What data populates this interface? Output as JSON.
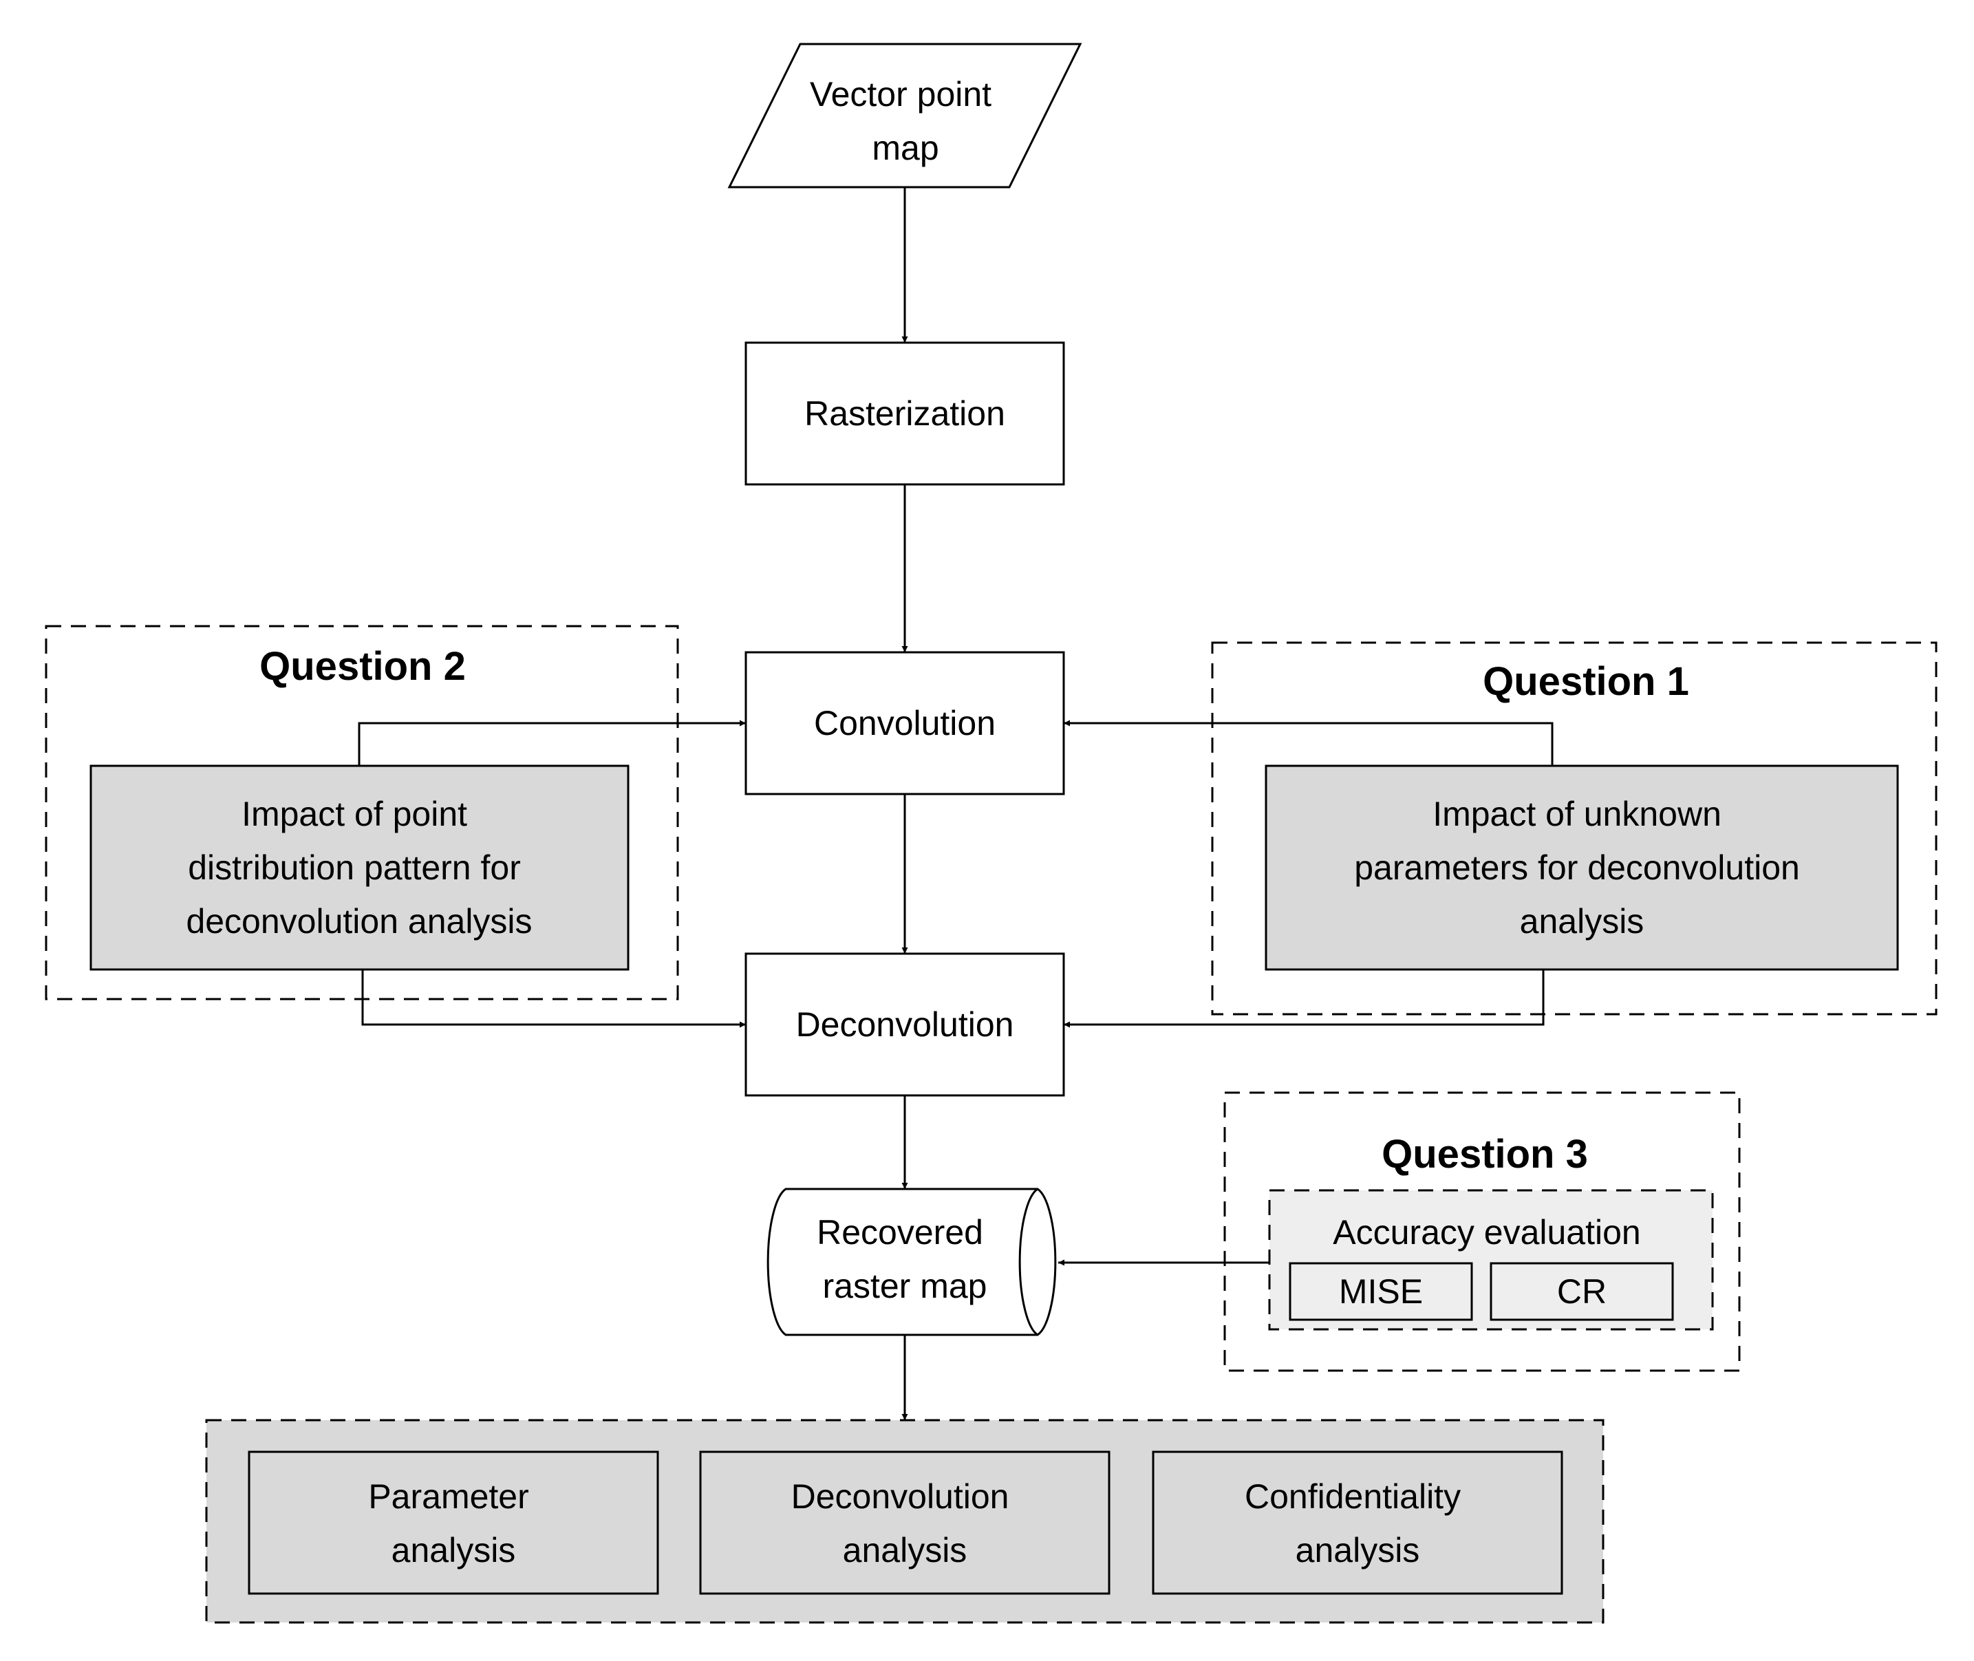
{
  "nodes": {
    "vector_point_map": [
      "Vector point",
      "map"
    ],
    "rasterization": "Rasterization",
    "convolution": "Convolution",
    "deconvolution": "Deconvolution",
    "recovered_raster_map": [
      "Recovered",
      "raster map"
    ]
  },
  "question_2": {
    "title": "Question 2",
    "box": [
      "Impact of point",
      "distribution pattern for",
      "deconvolution analysis"
    ]
  },
  "question_1": {
    "title": "Question 1",
    "box": [
      "Impact of unknown",
      "parameters for deconvolution",
      "analysis"
    ]
  },
  "question_3": {
    "title": "Question 3",
    "group": "Accuracy evaluation",
    "metrics": [
      "MISE",
      "CR"
    ]
  },
  "analyses": [
    [
      "Parameter",
      "analysis"
    ],
    [
      "Deconvolution",
      "analysis"
    ],
    [
      "Confidentiality",
      "analysis"
    ]
  ],
  "colors": {
    "stroke": "#000000",
    "fill_white": "#ffffff",
    "fill_gray": "#d9d9d9",
    "fill_light_gray": "#eeeeee"
  }
}
